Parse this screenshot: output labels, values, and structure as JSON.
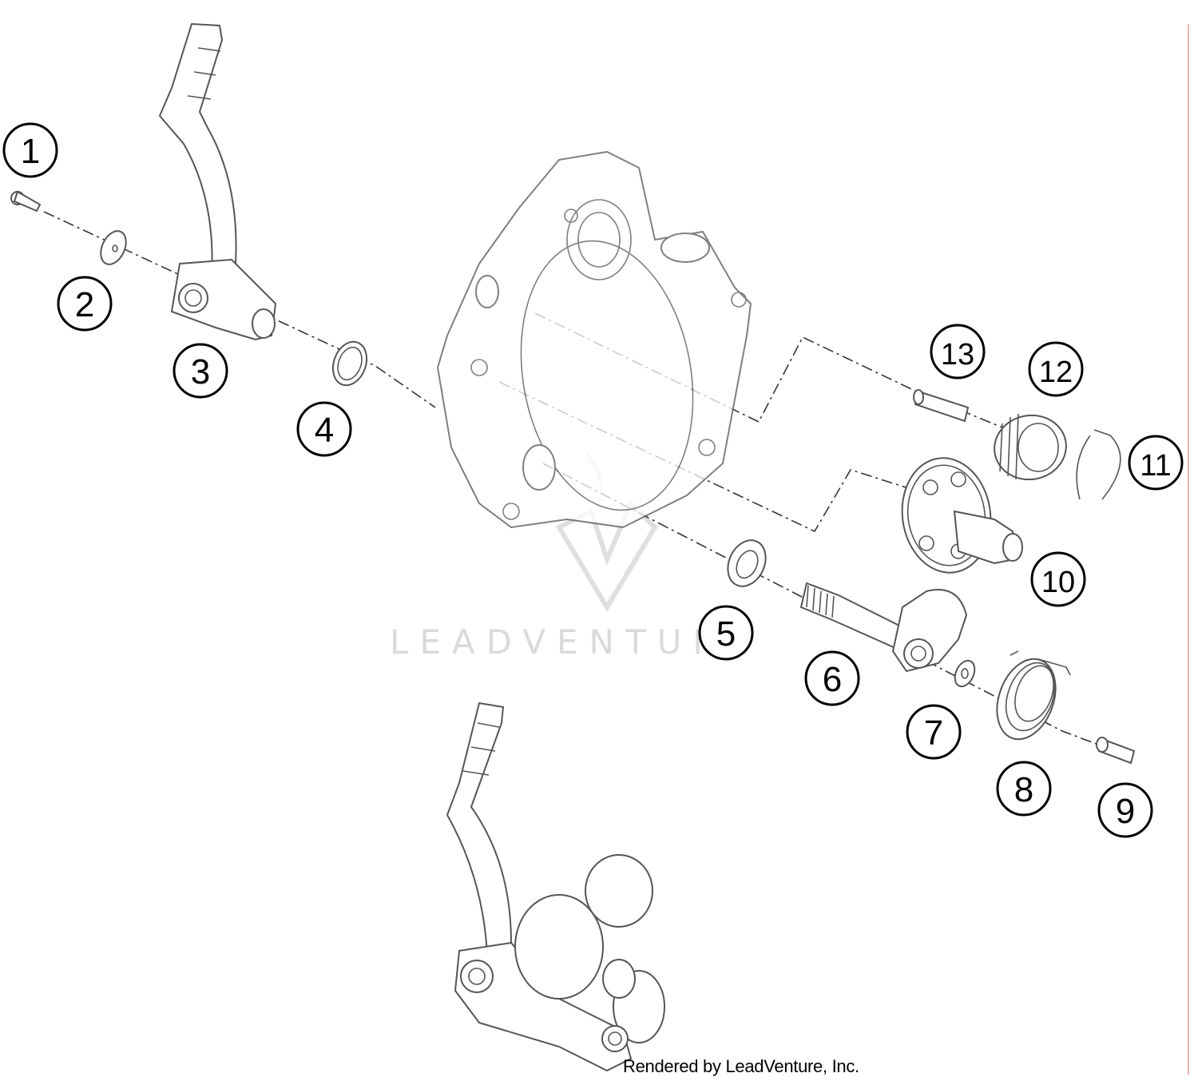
{
  "watermark": {
    "text": "LEADVENTURE"
  },
  "footer": {
    "credit": "Rendered by LeadVenture, Inc."
  },
  "callouts": [
    {
      "label": "1"
    },
    {
      "label": "2"
    },
    {
      "label": "3"
    },
    {
      "label": "4"
    },
    {
      "label": "5"
    },
    {
      "label": "6"
    },
    {
      "label": "7"
    },
    {
      "label": "8"
    },
    {
      "label": "9"
    },
    {
      "label": "10"
    },
    {
      "label": "11"
    },
    {
      "label": "12"
    },
    {
      "label": "13"
    }
  ],
  "colors": {
    "line": "#555555",
    "watermark": "#d6d6d6",
    "border_accent": "#e8b4b4"
  }
}
